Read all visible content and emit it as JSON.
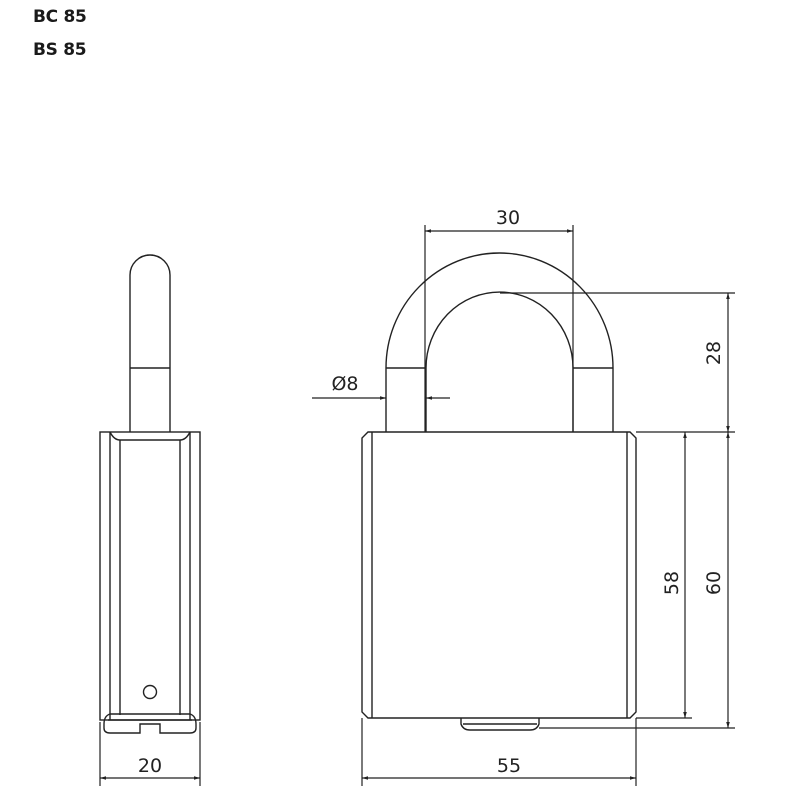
{
  "titles": [
    "BC 85",
    "BS 85"
  ],
  "dimensions": {
    "side_width": "20",
    "shackle_inner_width": "30",
    "shackle_diameter": "Ø8",
    "shackle_clearance": "28",
    "body_height": "58",
    "overall_body_height": "60",
    "body_width": "55"
  },
  "views": [
    "side-view",
    "front-view"
  ],
  "colors": {
    "line": "#222222",
    "background": "#ffffff"
  }
}
